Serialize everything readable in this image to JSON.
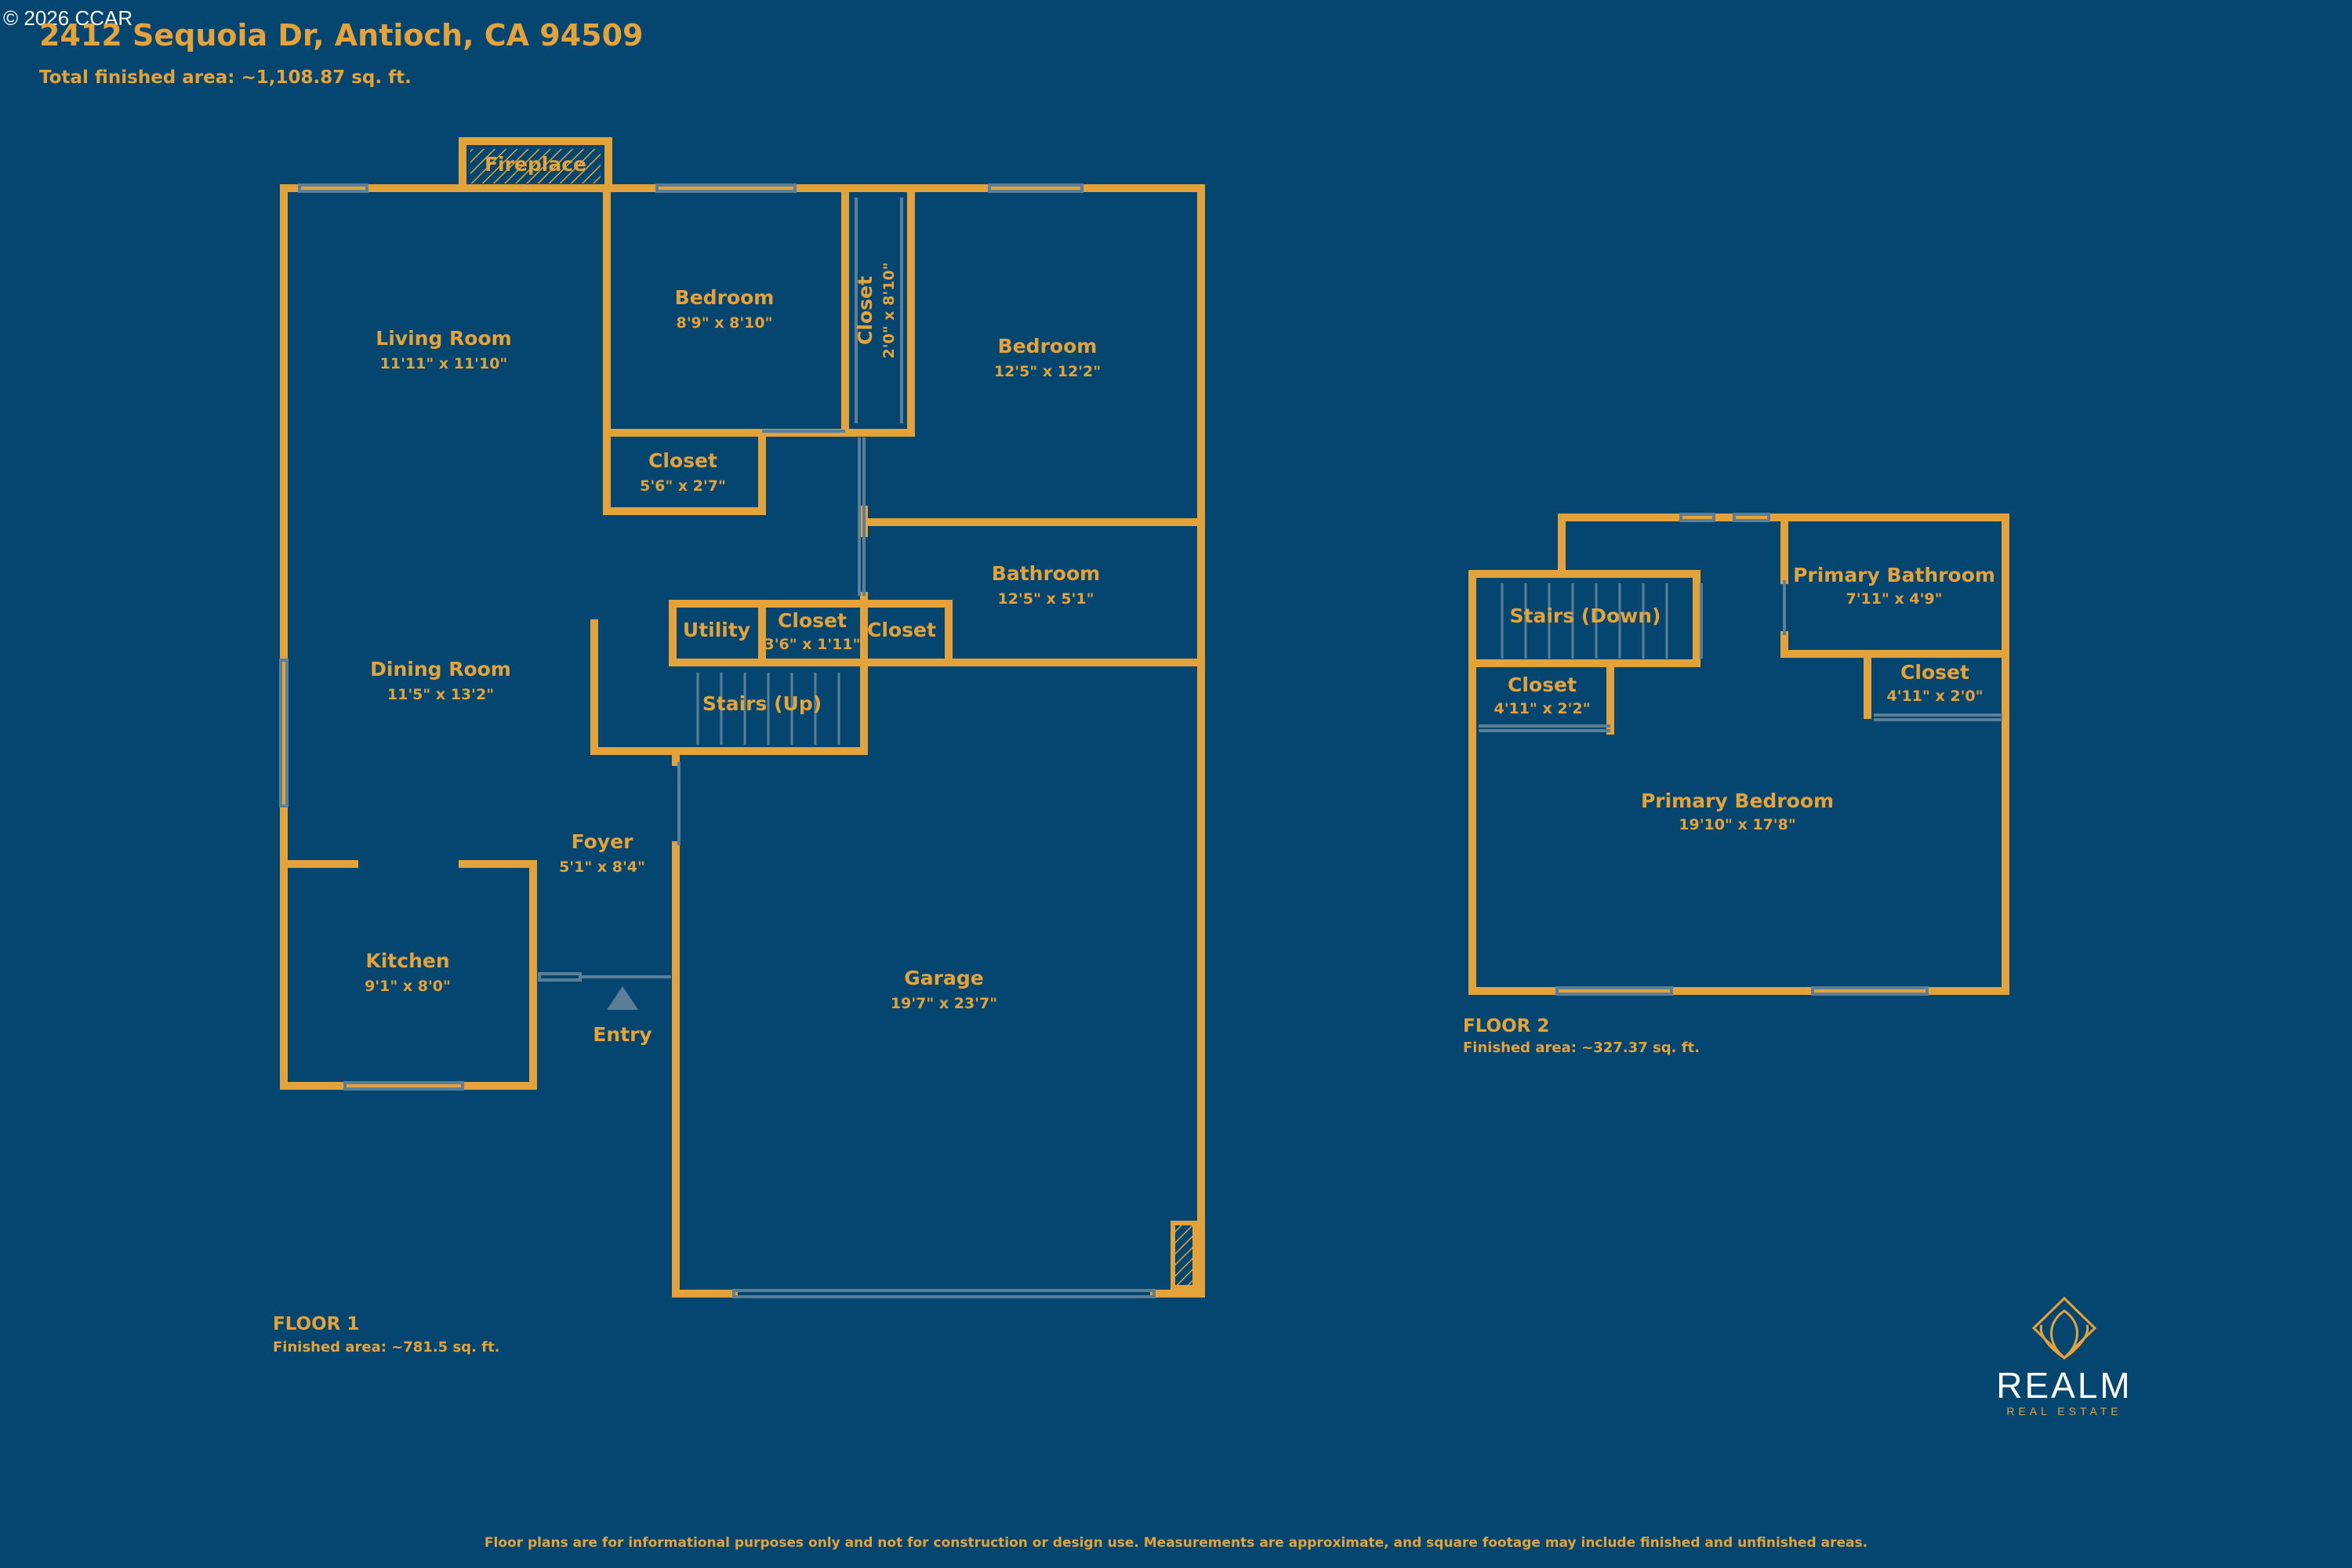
{
  "copyright": "© 2026 CCAR",
  "header": {
    "address": "2412 Sequoia Dr, Antioch, CA 94509",
    "total_area": "Total finished area: ~1,108.87 sq. ft."
  },
  "colors": {
    "background": "#04466f",
    "wall": "#e3a33a",
    "window": "#5b7f99"
  },
  "floor1": {
    "label": "FLOOR 1",
    "area": "Finished area: ~781.5 sq. ft.",
    "rooms": {
      "living": {
        "name": "Living Room",
        "dim": "11'11\" x 11'10\""
      },
      "bedroom_small": {
        "name": "Bedroom",
        "dim": "8'9\" x 8'10\""
      },
      "closet_vertical": {
        "name": "Closet",
        "dim": "2'0\" x 8'10\""
      },
      "bedroom_large": {
        "name": "Bedroom",
        "dim": "12'5\" x 12'2\""
      },
      "closet_a": {
        "name": "Closet",
        "dim": "5'6\" x 2'7\""
      },
      "bathroom": {
        "name": "Bathroom",
        "dim": "12'5\" x 5'1\""
      },
      "utility": {
        "name": "Utility"
      },
      "closet_b": {
        "name": "Closet",
        "dim": "3'6\" x 1'11\""
      },
      "closet_c": {
        "name": "Closet"
      },
      "dining": {
        "name": "Dining Room",
        "dim": "11'5\" x 13'2\""
      },
      "stairs_up": {
        "name": "Stairs (Up)"
      },
      "foyer": {
        "name": "Foyer",
        "dim": "5'1\" x 8'4\""
      },
      "kitchen": {
        "name": "Kitchen",
        "dim": "9'1\" x 8'0\""
      },
      "garage": {
        "name": "Garage",
        "dim": "19'7\" x 23'7\""
      },
      "fireplace": {
        "name": "Fireplace"
      },
      "entry": {
        "name": "Entry"
      }
    }
  },
  "floor2": {
    "label": "FLOOR 2",
    "area": "Finished area: ~327.37 sq. ft.",
    "rooms": {
      "stairs_down": {
        "name": "Stairs (Down)"
      },
      "closet_left": {
        "name": "Closet",
        "dim": "4'11\" x 2'2\""
      },
      "primary_bath": {
        "name": "Primary Bathroom",
        "dim": "7'11\" x 4'9\""
      },
      "closet_right": {
        "name": "Closet",
        "dim": "4'11\" x 2'0\""
      },
      "primary_bed": {
        "name": "Primary Bedroom",
        "dim": "19'10\" x 17'8\""
      }
    }
  },
  "logo": {
    "word": "REALM",
    "sub": "REAL ESTATE"
  },
  "disclaimer": "Floor plans are for informational purposes only and not for construction or design use. Measurements are approximate, and square footage may include finished and unfinished areas."
}
